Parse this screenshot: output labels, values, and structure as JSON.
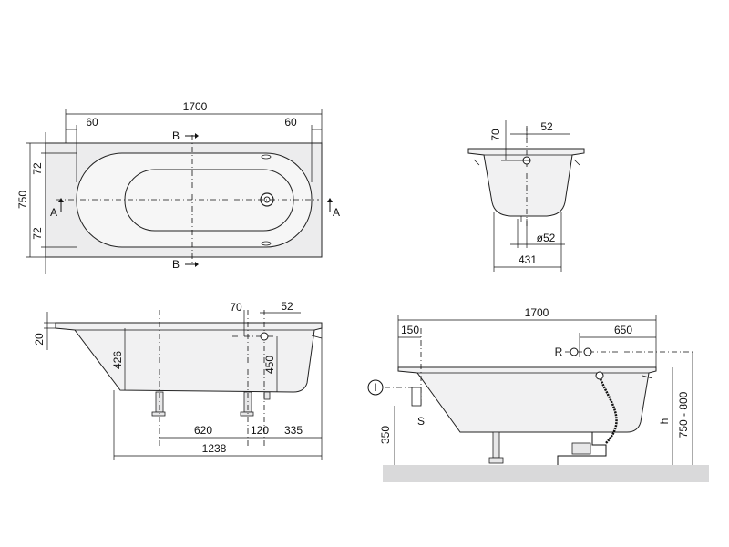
{
  "top_view": {
    "overall_length": "1700",
    "left_offset": "60",
    "right_offset": "60",
    "overall_width": "750",
    "top_margin": "72",
    "bottom_margin": "72",
    "section_b_top": "B",
    "section_b_bottom": "B",
    "section_a_left": "A",
    "section_a_right": "A"
  },
  "section_view": {
    "height_70": "70",
    "offset_52": "52",
    "drain_diameter": "ø52",
    "base_width": "431"
  },
  "side_view": {
    "rim_20": "20",
    "depth_426": "426",
    "dim_70": "70",
    "dim_52": "52",
    "dim_450": "450",
    "dim_620": "620",
    "dim_120": "120",
    "dim_335": "335",
    "dim_1238": "1238"
  },
  "install_view": {
    "overall_length": "1700",
    "left_150": "150",
    "dim_650": "650",
    "label_r": "R",
    "label_s": "S",
    "label_i": "I",
    "dim_350": "350",
    "label_h": "h",
    "height_range": "750 - 800"
  },
  "colors": {
    "line": "#111111",
    "floor": "#d9d9da",
    "tub_fill": "#eeeeef"
  }
}
